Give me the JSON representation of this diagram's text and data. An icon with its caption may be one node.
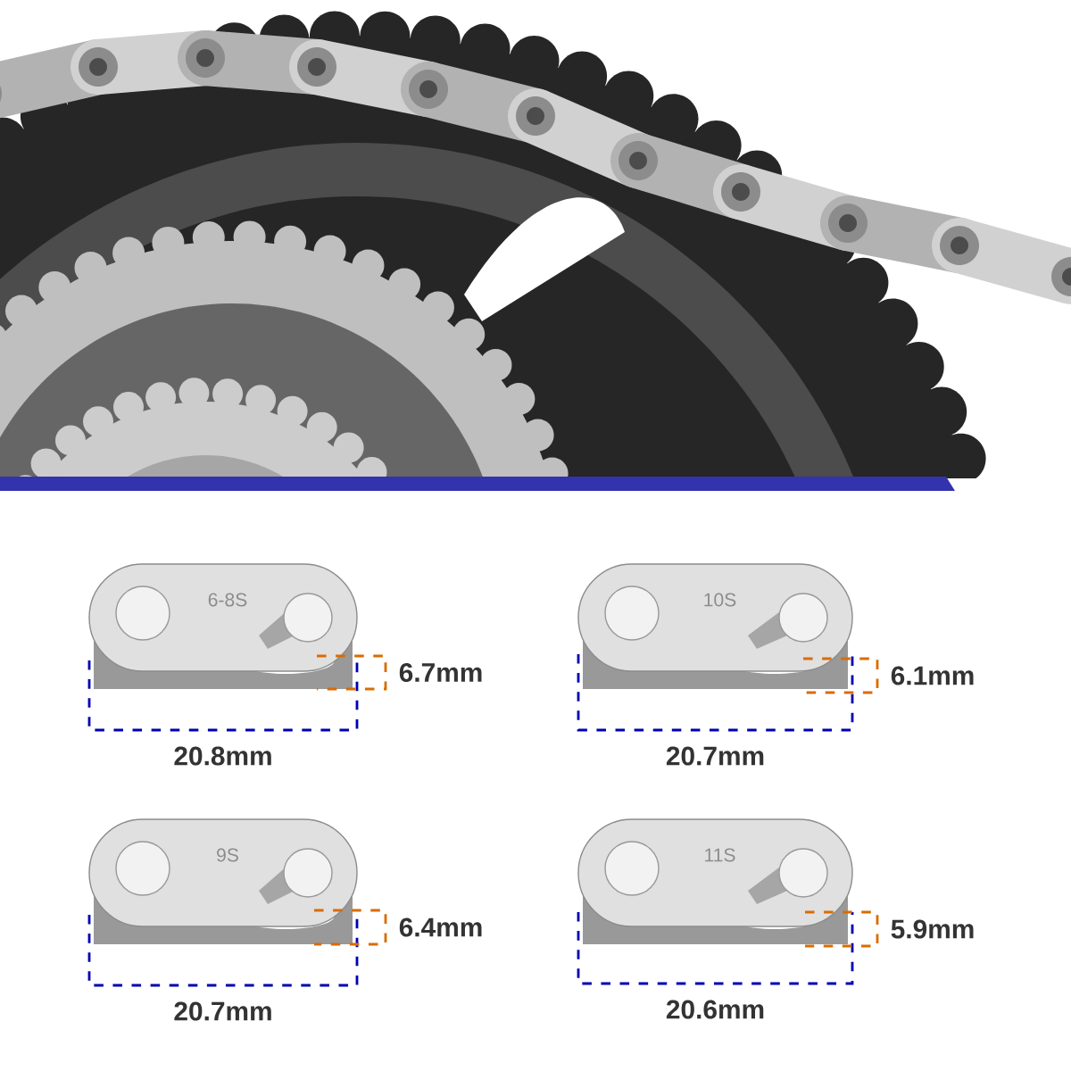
{
  "diagram": {
    "labels": [
      "6-8S",
      "6.7mm",
      "20.8mm",
      "10S",
      "6.1mm",
      "20.7mm",
      "9S",
      "6.4mm",
      "20.7mm",
      "11S",
      "5.9mm",
      "20.6mm"
    ]
  }
}
